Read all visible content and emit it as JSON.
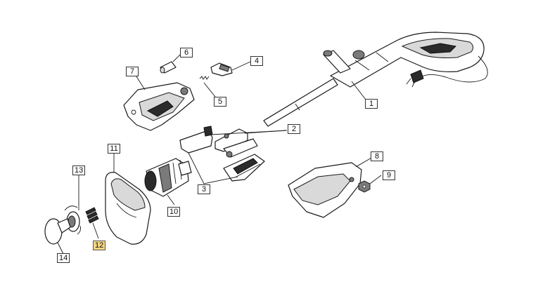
{
  "diagram": {
    "callouts": [
      {
        "id": "c1",
        "label": "1"
      },
      {
        "id": "c2",
        "label": "2"
      },
      {
        "id": "c3",
        "label": "3"
      },
      {
        "id": "c4",
        "label": "4"
      },
      {
        "id": "c5",
        "label": "5"
      },
      {
        "id": "c6",
        "label": "6"
      },
      {
        "id": "c7",
        "label": "7"
      },
      {
        "id": "c8",
        "label": "8"
      },
      {
        "id": "c9",
        "label": "9"
      },
      {
        "id": "c10",
        "label": "10"
      },
      {
        "id": "c11",
        "label": "11"
      },
      {
        "id": "c12",
        "label": "12",
        "highlighted": true
      },
      {
        "id": "c13",
        "label": "13"
      },
      {
        "id": "c14",
        "label": "14"
      }
    ],
    "highlight_color": "#f7d580"
  }
}
